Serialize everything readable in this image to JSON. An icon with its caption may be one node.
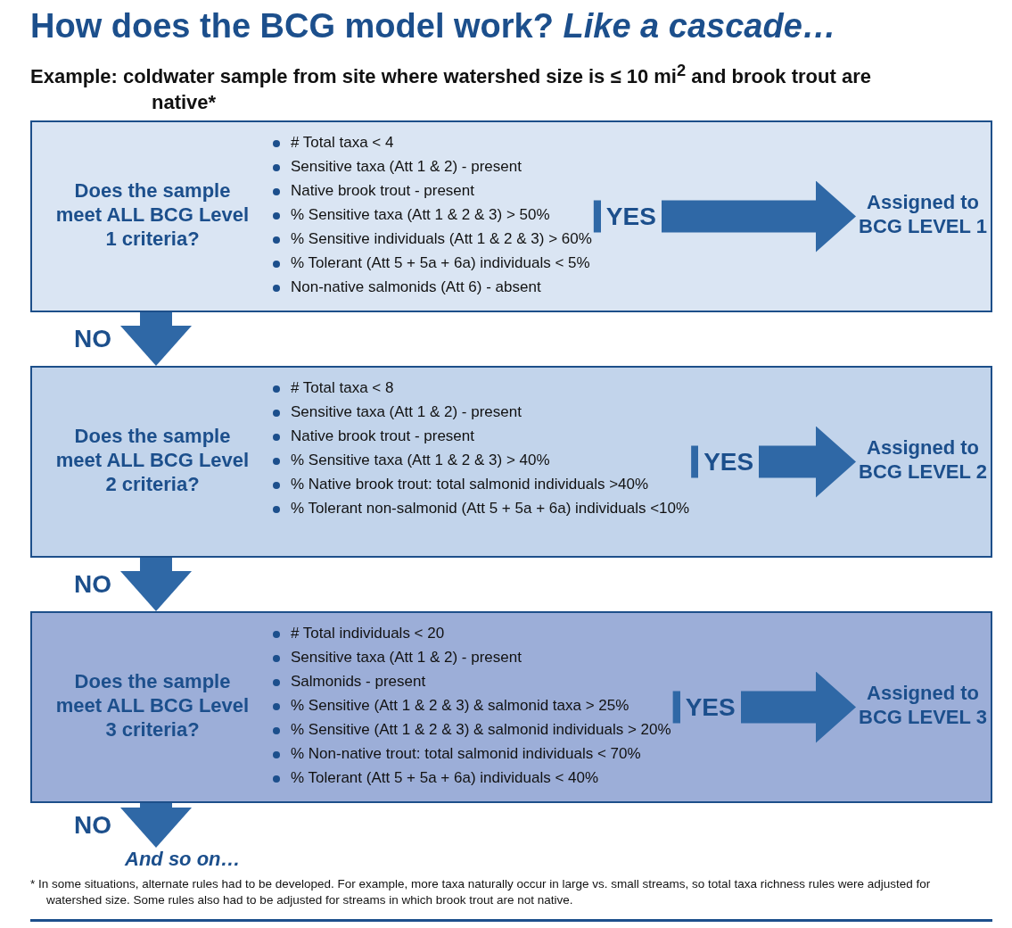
{
  "diagram": {
    "title": "How does the BCG model work? *Like a cascade…*",
    "nodes": [
      {
        "text": [
          "Does the sample meet ALL BCG Level 1 criteria?"
        ]
      },
      {
        "text": [
          "# Total taxa < 4",
          "Sensitive taxa (Att 1 & 2) - present",
          "Native brook trout - present",
          "% Sensitive taxa (Att 1 & 2 & 3) > 50%",
          "% Sensitive individuals (Att 1 & 2 & 3) > 60%",
          "% Tolerant (Att 5 + 5a + 6a) individuals < 5%",
          "Non-native salmonids (Att 6) - absent"
        ],
        "in": 0
      },
      {
        "text": [
          "Assigned to BCG LEVEL 1"
        ],
        "in": 0
      },
      {
        "text": [
          "Does the sample meet ALL BCG Level 2 criteria?"
        ]
      },
      {
        "text": [
          "# Total taxa < 8",
          "Sensitive taxa (Att 1 & 2) - present",
          "Native brook trout - present",
          "% Sensitive taxa (Att 1 & 2 & 3) > 40%",
          "% Native brook trout: total salmonid individuals >40%",
          "% Tolerant non-salmonid (Att 5 + 5a + 6a) individuals <10%"
        ],
        "in": 3
      },
      {
        "text": [
          "Assigned to BCG LEVEL 2"
        ],
        "in": 3
      },
      {
        "text": [
          "Does the sample meet ALL BCG Level 3 criteria?"
        ]
      },
      {
        "text": [
          "# Total individuals < 20",
          "Sensitive taxa (Att 1 & 2) - present",
          "Salmonids - present",
          "% Sensitive (Att 1 & 2 & 3) & salmonid taxa > 25%",
          "% Sensitive (Att 1 & 2 & 3) & salmonid individuals > 20%",
          "% Non-native trout: total salmonid individuals < 70%",
          "% Tolerant (Att 5 + 5a + 6a) individuals < 40%"
        ],
        "in": 6
      },
      {
        "text": [
          "Assigned to BCG LEVEL 3"
        ],
        "in": 6
      },
      {
        "text": [
          "And so on…"
        ]
      }
    ],
    "edges": [
      {
        "from": 1,
        "to": 2,
        "arrow": "to",
        "label": "YES"
      },
      {
        "from": 0,
        "to": 3,
        "arrow": "to",
        "label": "NO"
      },
      {
        "from": 4,
        "to": 5,
        "arrow": "to",
        "label": "YES"
      },
      {
        "from": 3,
        "to": 6,
        "arrow": "to",
        "label": "NO"
      },
      {
        "from": 7,
        "to": 8,
        "arrow": "to",
        "label": "YES"
      },
      {
        "from": 6,
        "to": 9,
        "arrow": "to",
        "label": "NO"
      }
    ],
    "labels": [
      "Example: coldwater sample from site where watershed size is ≤ 10 mi$^{2}$ and brook trout are native*"
    ],
    "caption": "* In some situations, alternate rules had to be developed. For example, more taxa naturally occur in large vs. small streams, so total taxa richness rules were adjusted for watershed size. Some rules also had to be adjusted for streams in which brook trout are not native."
  }
}
